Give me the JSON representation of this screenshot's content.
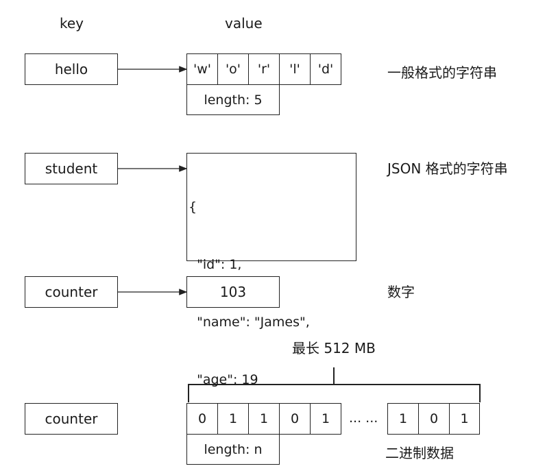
{
  "headers": {
    "key": "key",
    "value": "value"
  },
  "rows": [
    {
      "key": "hello",
      "cells": [
        "'w'",
        "'o'",
        "'r'",
        "'l'",
        "'d'"
      ],
      "length": "length: 5",
      "note": "一般格式的字符串"
    },
    {
      "key": "student",
      "json_lines": [
        "{",
        "  \"id\": 1,",
        "  \"name\": \"James\",",
        "  \"age\": 19",
        "}"
      ],
      "note": "JSON 格式的字符串"
    },
    {
      "key": "counter",
      "value": "103",
      "note": "数字"
    },
    {
      "key": "counter",
      "cells": [
        "0",
        "1",
        "1",
        "0",
        "1"
      ],
      "ellipsis": "... ...",
      "tail_cells": [
        "1",
        "0",
        "1"
      ],
      "length": "length: n",
      "limit": "最长 512 MB",
      "note": "二进制数据"
    }
  ]
}
